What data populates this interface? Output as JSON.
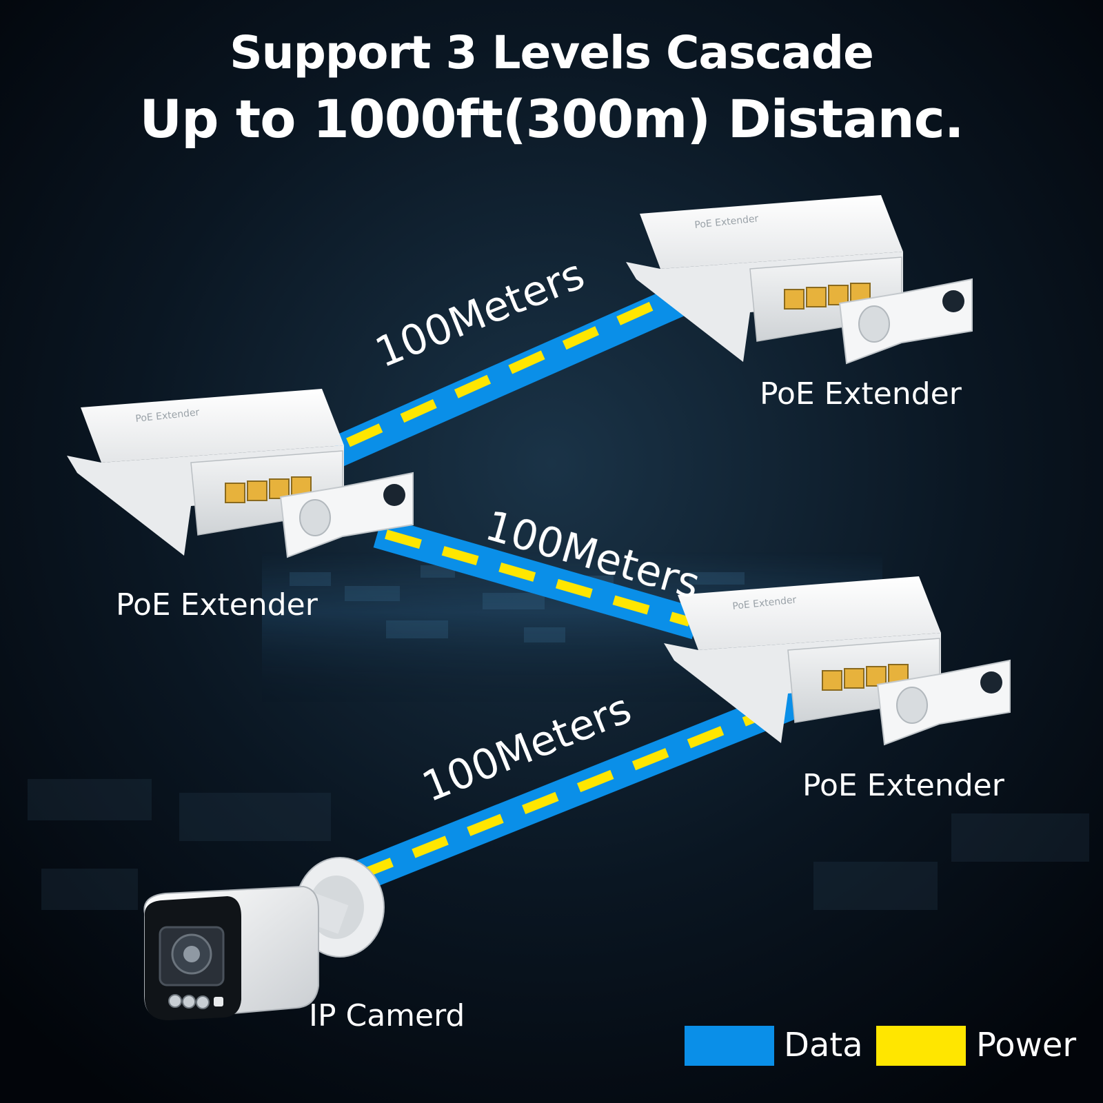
{
  "title": {
    "line1": "Support 3 Levels Cascade",
    "line2": "Up to 1000ft(300m) Distanc."
  },
  "devices": {
    "extender_left": {
      "label": "PoE Extender",
      "case_text": "PoE Extender"
    },
    "extender_top_right": {
      "label": "PoE Extender",
      "case_text": "PoE Extender"
    },
    "extender_bottom_right": {
      "label": "PoE Extender",
      "case_text": "PoE Extender"
    },
    "camera": {
      "label": "IP Camerd"
    }
  },
  "cables": {
    "upper": {
      "label": "100Meters"
    },
    "middle": {
      "label": "100Meters"
    },
    "lower": {
      "label": "100Meters"
    }
  },
  "legend": {
    "data": {
      "label": "Data",
      "color": "#0a8fe8"
    },
    "power": {
      "label": "Power",
      "color": "#ffe600"
    }
  },
  "colors": {
    "background": "#03060b",
    "data_cable": "#0a8fe8",
    "power_dash": "#ffe600",
    "device_body": "#f2f3f4",
    "rj45_port": "#e7b23c"
  }
}
